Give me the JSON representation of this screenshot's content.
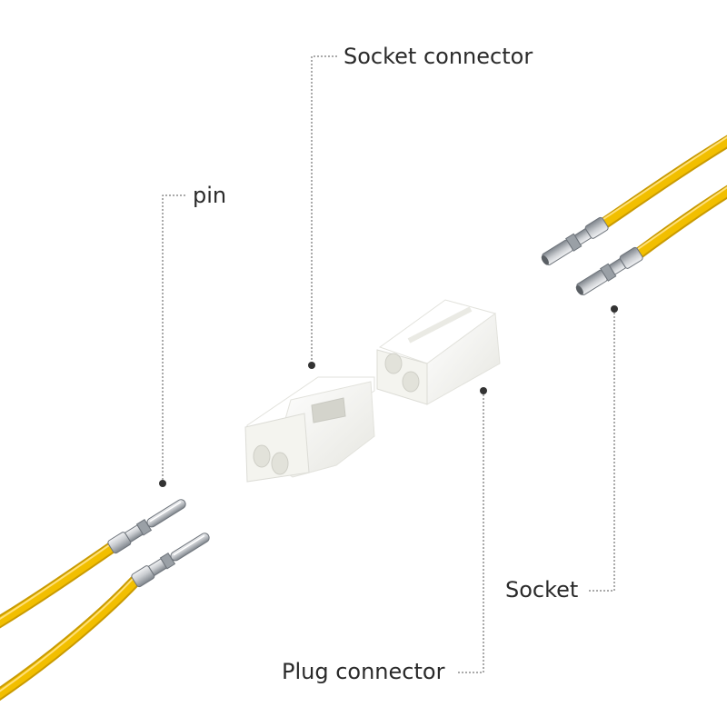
{
  "labels": {
    "socket_connector": "Socket connector",
    "pin": "pin",
    "socket": "Socket",
    "plug_connector": "Plug connector"
  },
  "colors": {
    "wire": "#f2bf00",
    "wire_shadow": "#c99a00",
    "metal": "#c9ccd0",
    "metal_dark": "#7f858c",
    "housing": "#f7f7f4",
    "housing_shadow": "#dcdcd6",
    "leader_line": "#555555"
  }
}
